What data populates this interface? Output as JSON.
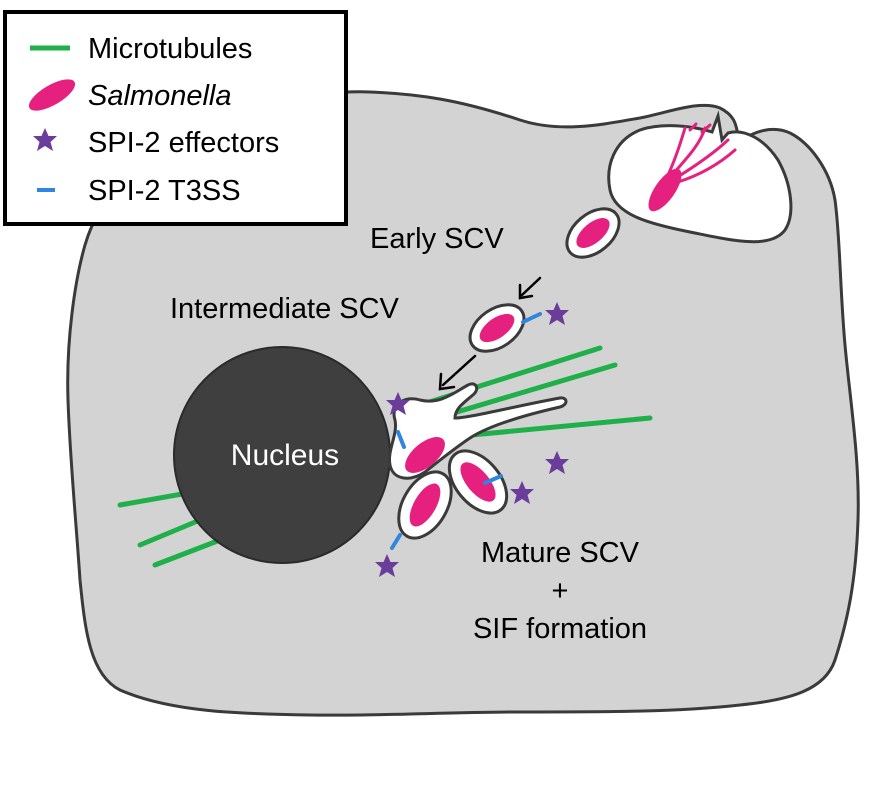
{
  "legend": {
    "items": [
      {
        "label": "Microtubules",
        "italic": false,
        "symbol": "green-line-icon"
      },
      {
        "label": "Salmonella",
        "italic": true,
        "symbol": "salmonella-icon"
      },
      {
        "label": "SPI-2 effectors",
        "italic": false,
        "symbol": "star-icon"
      },
      {
        "label": "SPI-2 T3SS",
        "italic": false,
        "symbol": "blue-dash-icon"
      }
    ]
  },
  "labels": {
    "early": "Early SCV",
    "intermediate": "Intermediate SCV",
    "nucleus": "Nucleus",
    "mature_line1": "Mature SCV",
    "mature_line2": "+",
    "mature_line3": "SIF formation"
  },
  "colors": {
    "cell": "#d3d3d3",
    "cell_outline": "#3a3a3a",
    "nucleus": "#3f3f3f",
    "nucleus_text": "#ffffff",
    "microtubule": "#1fb04a",
    "salmonella": "#e6207e",
    "effector": "#6a3d9a",
    "t3ss": "#2e86de"
  }
}
